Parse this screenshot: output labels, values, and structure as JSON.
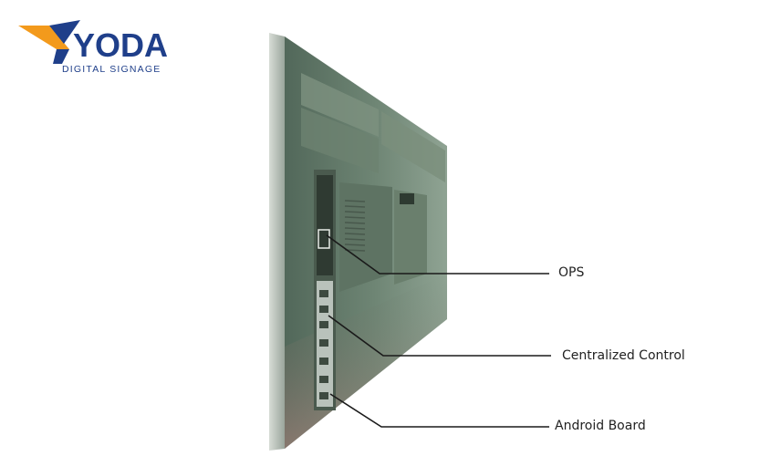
{
  "logo": {
    "title": "YODA",
    "subtitle": "DIGITAL SIGNAGE",
    "colors": {
      "primary": "#1f3f8a",
      "accent": "#f39a1c"
    }
  },
  "callouts": [
    {
      "label": "OPS"
    },
    {
      "label": "Centralized Control"
    },
    {
      "label": "Android Board"
    }
  ]
}
